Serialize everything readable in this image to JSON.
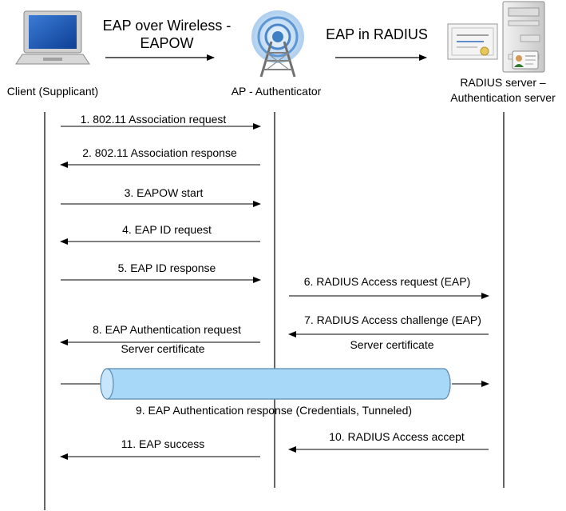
{
  "header": {
    "eapow_line1": "EAP over Wireless -",
    "eapow_line2": "EAPOW",
    "eap_in_radius": "EAP in RADIUS"
  },
  "actors": {
    "client": "Client (Supplicant)",
    "ap": "AP - Authenticator",
    "radius_line1": "RADIUS server –",
    "radius_line2": "Authentication server"
  },
  "messages": {
    "m1": "1. 802.11 Association request",
    "m2": "2. 802.11 Association response",
    "m3": "3. EAPOW start",
    "m4": "4. EAP ID request",
    "m5": "5. EAP ID response",
    "m6": "6. RADIUS Access request (EAP)",
    "m7": "7. RADIUS Access challenge (EAP)",
    "m7_sub": "Server certificate",
    "m8": "8. EAP Authentication request",
    "m8_sub": "Server certificate",
    "m9": "9. EAP Authentication response (Credentials, Tunneled)",
    "m10": "10. RADIUS Access accept",
    "m11": "11. EAP success"
  },
  "colors": {
    "tunnel_fill": "#a8d8f8",
    "tunnel_stroke": "#5a8ab0"
  }
}
